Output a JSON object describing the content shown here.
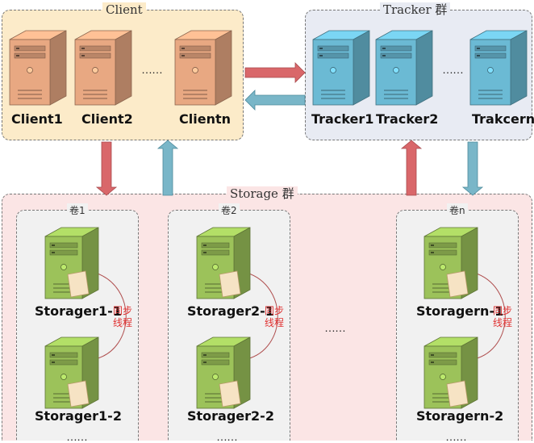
{
  "client_group": {
    "title": "Client",
    "servers": [
      "Client1",
      "Client2",
      "Clientn"
    ],
    "ellipsis": "……"
  },
  "tracker_group": {
    "title": "Tracker 群",
    "servers": [
      "Tracker1",
      "Tracker2",
      "Trakcern"
    ],
    "ellipsis": "……"
  },
  "storage_group": {
    "title": "Storage 群",
    "ellipsis": "……",
    "volumes": [
      {
        "title": "卷1",
        "servers": [
          "Storager1-1",
          "Storager1-2"
        ],
        "sync_label": "同步\n线程",
        "more": "……"
      },
      {
        "title": "卷2",
        "servers": [
          "Storager2-1",
          "Storager2-2"
        ],
        "sync_label": "同步\n线程",
        "more": "……"
      },
      {
        "title": "卷n",
        "servers": [
          "Storagern-1",
          "Storagern-2"
        ],
        "sync_label": "同步\n线程",
        "more": "……"
      }
    ]
  },
  "colors": {
    "client_fill": "#fcebc9",
    "tracker_fill": "#e8ebf3",
    "storage_fill": "#fbe5e5",
    "volume_fill": "#f1f1f1",
    "arrow_red": "#d9676a",
    "arrow_blue": "#79b6c8",
    "client_server": "#e8a882",
    "tracker_server": "#6bbad4",
    "storage_server": "#9cc25a",
    "sync_text": "#e03030"
  }
}
